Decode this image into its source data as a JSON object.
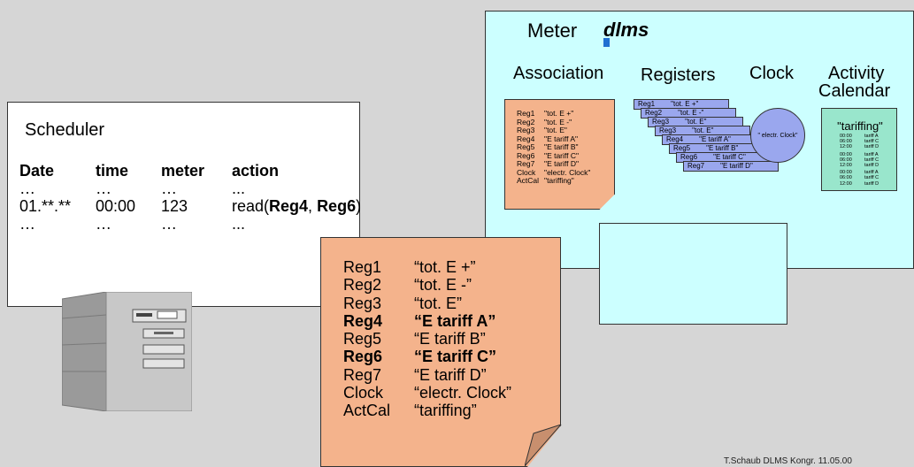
{
  "meter": {
    "title": "Meter",
    "logo": "dlms",
    "headers": {
      "association": "Association",
      "registers": "Registers",
      "clock": "Clock",
      "activity_calendar_line1": "Activity",
      "activity_calendar_line2": "Calendar"
    },
    "association_rows": [
      {
        "key": "Reg1",
        "value": "\"tot. E +\""
      },
      {
        "key": "Reg2",
        "value": "\"tot. E -\""
      },
      {
        "key": "Reg3",
        "value": "\"tot. E\""
      },
      {
        "key": "Reg4",
        "value": "\"E tariff A\""
      },
      {
        "key": "Reg5",
        "value": "\"E tariff B\""
      },
      {
        "key": "Reg6",
        "value": "\"E tariff C\""
      },
      {
        "key": "Reg7",
        "value": "\"E tariff D\""
      },
      {
        "key": "Clock",
        "value": "\"electr. Clock\""
      },
      {
        "key": "ActCal",
        "value": "\"tariffing\""
      }
    ],
    "register_cards": [
      {
        "key": "Reg1",
        "value": "\"tot. E +\""
      },
      {
        "key": "Reg2",
        "value": "\"tot. E -\""
      },
      {
        "key": "Reg3",
        "value": "\"tot. E\""
      },
      {
        "key": "Reg3",
        "value": "\"tot. E\""
      },
      {
        "key": "Reg4",
        "value": "\"E tariff A\""
      },
      {
        "key": "Reg5",
        "value": "\"E tariff B\""
      },
      {
        "key": "Reg6",
        "value": "\"E tariff C\""
      },
      {
        "key": "Reg7",
        "value": "\"E tariff D\""
      }
    ],
    "clock_label": "\" electr. Clock\"",
    "calendar": {
      "title": "\"tariffing\"",
      "rows": [
        {
          "time": "00:00",
          "value": "tariff A"
        },
        {
          "time": "06:00",
          "value": "tariff C"
        },
        {
          "time": "12:00",
          "value": "tariff D"
        },
        {
          "time": "00:00",
          "value": "tariff A"
        },
        {
          "time": "06:00",
          "value": "tariff C"
        },
        {
          "time": "12:00",
          "value": "tariff D"
        },
        {
          "time": "00:00",
          "value": "tariff A"
        },
        {
          "time": "06:00",
          "value": "tariff C"
        },
        {
          "time": "12:00",
          "value": "tariff D"
        }
      ]
    }
  },
  "scheduler": {
    "title": "Scheduler",
    "columns": [
      "Date",
      "time",
      "meter",
      "action"
    ],
    "row_ellipsis_1": [
      "…",
      "…",
      "…",
      "..."
    ],
    "row_main": {
      "date": "01.**.**",
      "time": "00:00",
      "meter": "123",
      "action_prefix": "read(",
      "reg_a": "Reg4",
      "sep": ", ",
      "reg_b": "Reg6",
      "action_suffix": ")"
    },
    "row_ellipsis_2": [
      "…",
      "…",
      "…",
      "..."
    ]
  },
  "object_list": [
    {
      "key": "Reg1",
      "value": "“tot. E +”",
      "bold": false
    },
    {
      "key": "Reg2",
      "value": "“tot. E -”",
      "bold": false
    },
    {
      "key": "Reg3",
      "value": "“tot. E”",
      "bold": false
    },
    {
      "key": "Reg4",
      "value": "“E tariff A”",
      "bold": true
    },
    {
      "key": "Reg5",
      "value": "“E tariff B”",
      "bold": false
    },
    {
      "key": "Reg6",
      "value": "“E tariff C”",
      "bold": true
    },
    {
      "key": "Reg7",
      "value": "“E tariff D”",
      "bold": false
    },
    {
      "key": "Clock",
      "value": "“electr. Clock”",
      "bold": false
    },
    {
      "key": "ActCal",
      "value": "“tariffing”",
      "bold": false
    }
  ],
  "footer": "T.Schaub  DLMS Kongr. 11.05.00",
  "colors": {
    "meter_panel": "#ccffff",
    "sheet": "#f4b38c",
    "register_card": "#9aa7ee",
    "calendar": "#99e6cc",
    "logo_accent": "#1f6fd1"
  }
}
